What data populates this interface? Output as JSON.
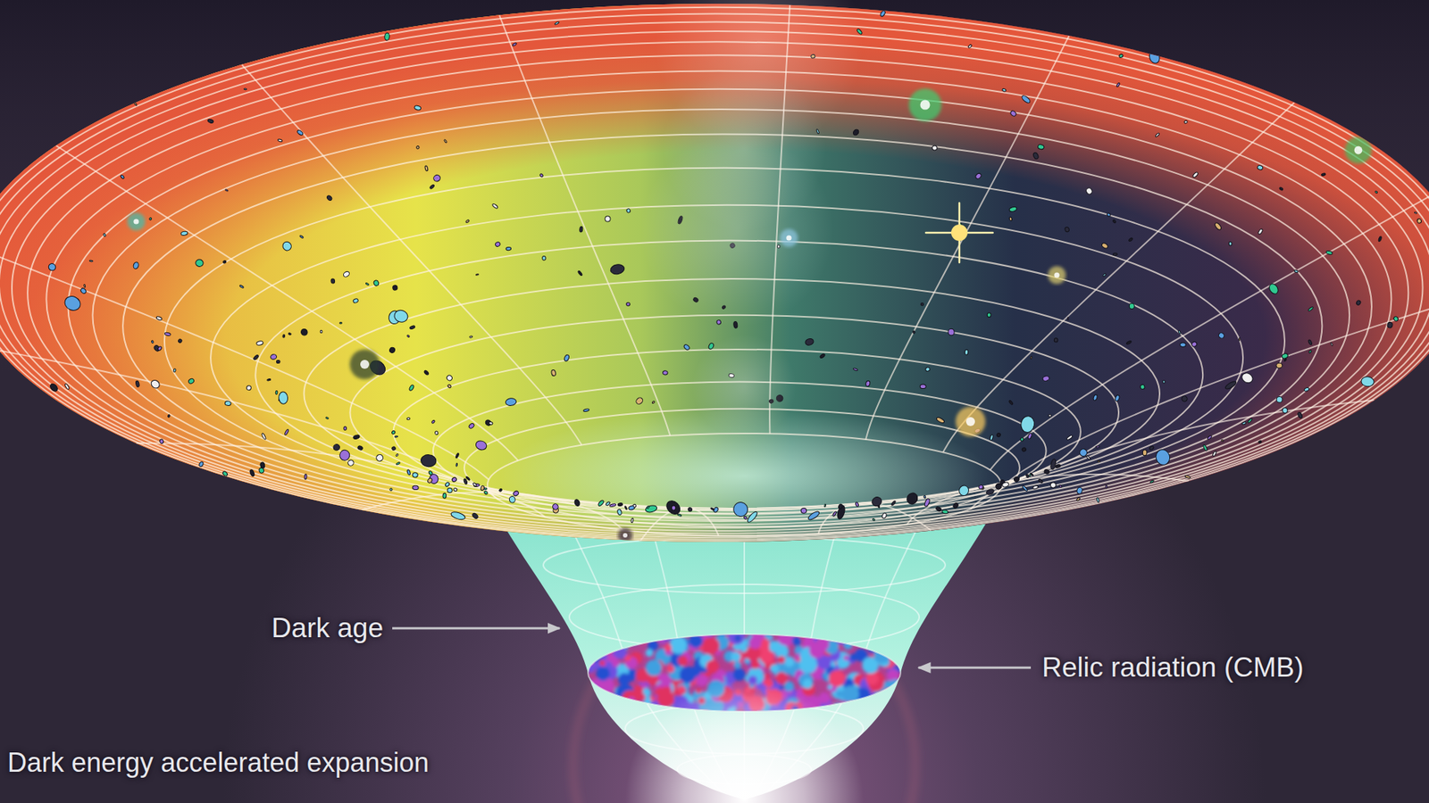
{
  "diagram": {
    "labels": [
      "Dark age",
      "Relic radiation (CMB)",
      "Dark energy accelerated expansion"
    ]
  }
}
